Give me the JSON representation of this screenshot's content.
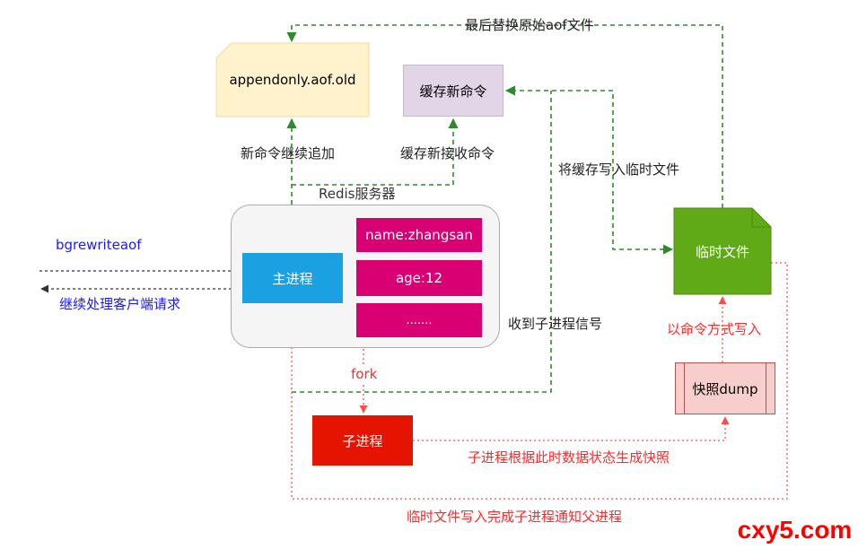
{
  "colors": {
    "green_flow": "#2d8a2d",
    "red_flow": "#ff4d4d",
    "black_flow": "#333333",
    "blue_text": "#1a1aff",
    "red_text": "#ff2a2a"
  },
  "nodes": {
    "aof_old": "appendonly.aof.old",
    "buffer": "缓存新命令",
    "server_title": "Redis服务器",
    "main_process": "主进程",
    "records": [
      "name:zhangsan",
      "age:12",
      "......."
    ],
    "child_process": "子进程",
    "temp_file": "临时文件",
    "snapshot": "快照dump"
  },
  "labels": {
    "replace_original": "最后替换原始aof文件",
    "continue_append": "新命令继续追加",
    "buffer_receive": "缓存新接收命令",
    "write_buffer_to_temp": "将缓存写入临时文件",
    "bgrewriteaof": "bgrewriteaof",
    "continue_client": "继续处理客户端请求",
    "receive_signal": "收到子进程信号",
    "fork": "fork",
    "write_as_commands": "以命令方式写入",
    "child_snapshot": "子进程根据此时数据状态生成快照",
    "notify_parent": "临时文件写入完成子进程通知父进程"
  },
  "watermark": "cxy5.com"
}
